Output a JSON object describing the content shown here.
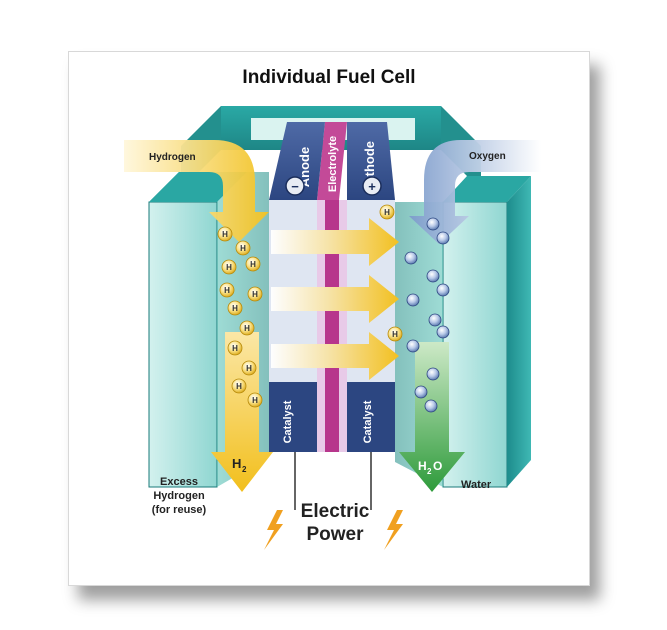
{
  "title": "Individual Fuel Cell",
  "labels": {
    "hydrogen": "Hydrogen",
    "oxygen": "Oxygen",
    "anode": "Anode",
    "electrolyte": "Electrolyte",
    "cathode": "Cathode",
    "catalyst_left": "Catalyst",
    "catalyst_right": "Catalyst",
    "excess_line1": "Excess",
    "excess_line2": "Hydrogen",
    "excess_line3": "(for reuse)",
    "water": "Water",
    "power_line1": "Electric",
    "power_line2": "Power",
    "h2": "H",
    "h2_sub": "2",
    "h2o_h": "H",
    "h2o_sub": "2",
    "h2o_o": "O",
    "anode_symbol": "−",
    "cathode_symbol": "+",
    "hydrogen_atom": "H"
  },
  "colors": {
    "teal_dark": "#1f7f84",
    "teal": "#2ea8a7",
    "teal_light": "#bfe9e4",
    "navy": "#25407a",
    "magenta": "#b5348a",
    "pink": "#e6c6e6",
    "yellow": "#f2c222",
    "green": "#2c9a3a",
    "blue_arrow": "#6b8fc2",
    "spark": "#f0a020"
  }
}
